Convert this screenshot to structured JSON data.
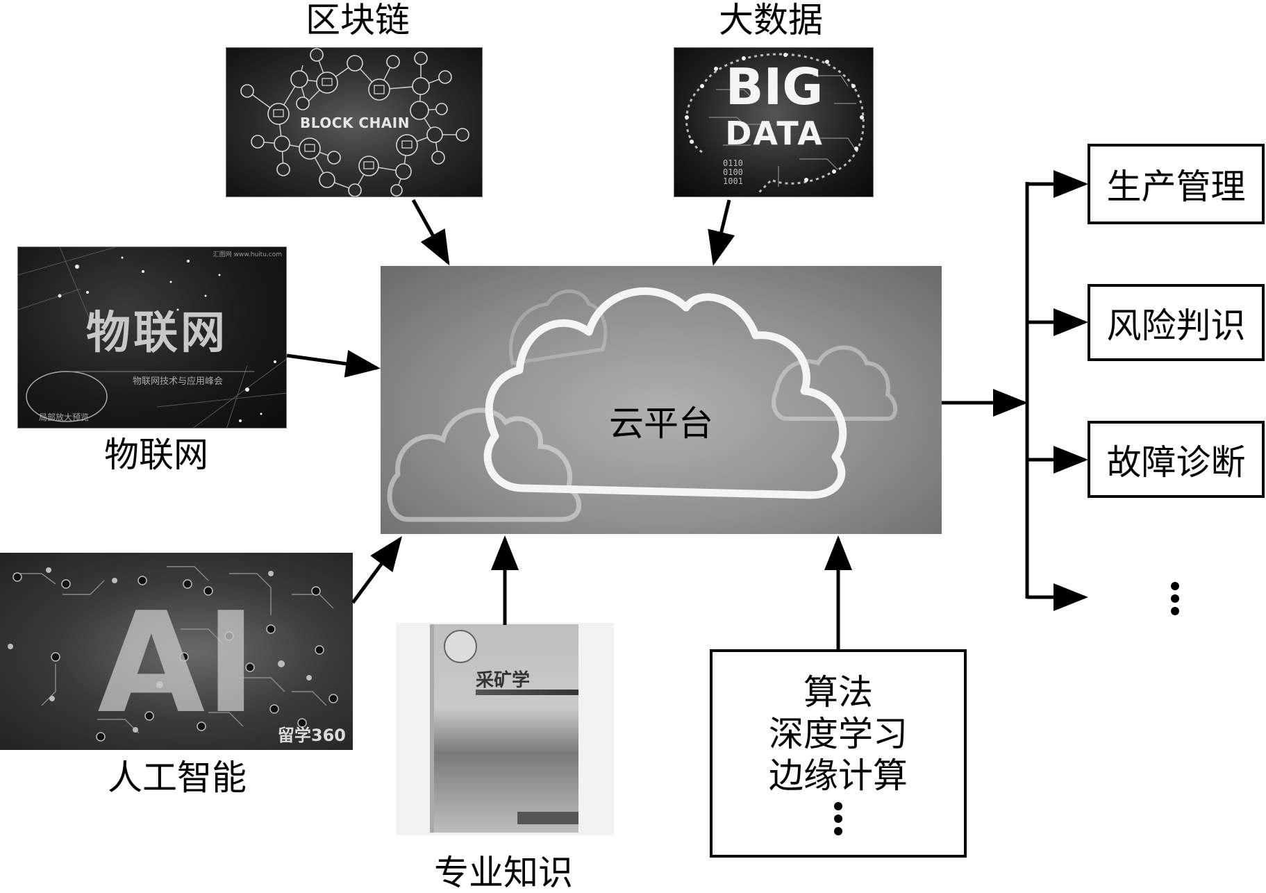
{
  "diagram": {
    "center": {
      "label": "云平台"
    },
    "inputs": {
      "blockchain": {
        "label": "区块链",
        "image_text": "BLOCK CHAIN"
      },
      "bigdata": {
        "label": "大数据",
        "image_text_line1": "BIG",
        "image_text_line2": "DATA",
        "binary_lines": [
          "0110",
          "0100",
          "1001"
        ]
      },
      "iot": {
        "label": "物联网",
        "image_title": "物联网",
        "image_subtitle": "物联网技术与应用峰会",
        "image_caption": "局部放大预览",
        "watermark": "汇图网 www.huitu.com"
      },
      "ai": {
        "label": "人工智能",
        "image_text": "AI",
        "watermark": "留学360"
      },
      "knowledge": {
        "label": "专业知识",
        "book_title": "采矿学"
      },
      "algorithms": {
        "lines": [
          "算法",
          "深度学习",
          "边缘计算"
        ],
        "ellipsis": "⋮"
      }
    },
    "outputs": [
      {
        "label": "生产管理"
      },
      {
        "label": "风险判识"
      },
      {
        "label": "故障诊断"
      },
      {
        "label": "⋮"
      }
    ]
  },
  "colors": {
    "line": "#000000",
    "box_border": "#000000",
    "panel_dark": "#1a1a1a",
    "cloud_bg": "#8c8c8c"
  }
}
